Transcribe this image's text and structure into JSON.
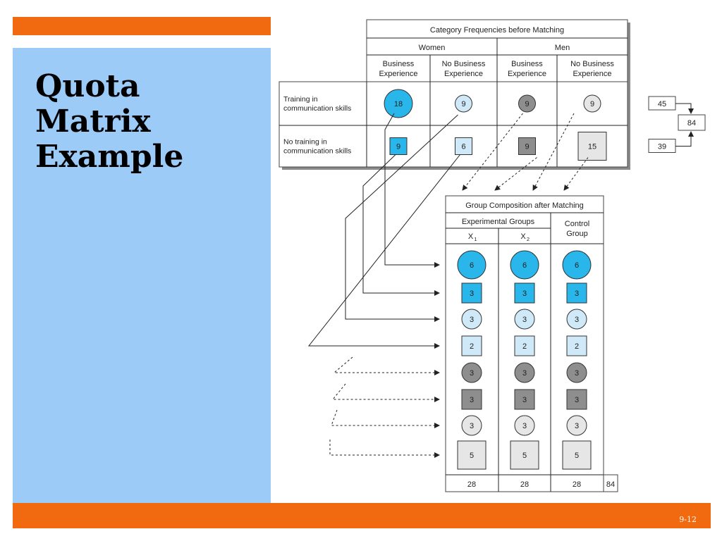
{
  "slide": {
    "title_lines": [
      "Quota",
      "Matrix",
      "Example"
    ],
    "slide_number": "9-12",
    "colors": {
      "accent_orange": "#f26a0f",
      "panel_blue": "#9ccbf8",
      "cyan": "#29b6ea",
      "light_blue": "#cfe9f9",
      "dark_gray": "#8e8e8e",
      "light_gray": "#e6e6e6"
    }
  },
  "before": {
    "title": "Category Frequencies before Matching",
    "gender_headers": [
      "Women",
      "Men"
    ],
    "column_headers": [
      [
        "Business",
        "Experience"
      ],
      [
        "No Business",
        "Experience"
      ],
      [
        "Business",
        "Experience"
      ],
      [
        "No Business",
        "Experience"
      ]
    ],
    "row_labels": [
      [
        "Training in",
        "communication skills"
      ],
      [
        "No training in",
        "communication skills"
      ]
    ],
    "cells": [
      [
        {
          "value": "18",
          "shape": "circle",
          "fill": "cyan",
          "r": 1.0
        },
        {
          "value": "9",
          "shape": "circle",
          "fill": "light_blue",
          "r": 0.6
        },
        {
          "value": "9",
          "shape": "circle",
          "fill": "dark_gray",
          "r": 0.6
        },
        {
          "value": "9",
          "shape": "circle",
          "fill": "light_gray",
          "r": 0.6
        }
      ],
      [
        {
          "value": "9",
          "shape": "square",
          "fill": "cyan",
          "s": 0.6
        },
        {
          "value": "6",
          "shape": "square",
          "fill": "light_blue",
          "s": 0.6
        },
        {
          "value": "9",
          "shape": "square",
          "fill": "dark_gray",
          "s": 0.6
        },
        {
          "value": "15",
          "shape": "square",
          "fill": "light_gray",
          "s": 1.0
        }
      ]
    ],
    "row_totals": [
      "45",
      "39"
    ],
    "grand_total": "84"
  },
  "after": {
    "title": "Group Composition after Matching",
    "experimental_header": "Experimental Groups",
    "control_header": [
      "Control",
      "Group"
    ],
    "group_labels": [
      {
        "base": "X",
        "sub": "1"
      },
      {
        "base": "X",
        "sub": "2"
      }
    ],
    "rows": [
      {
        "value": "6",
        "shape": "circle",
        "fill": "cyan",
        "r": 1.0
      },
      {
        "value": "3",
        "shape": "square",
        "fill": "cyan",
        "s": 0.7
      },
      {
        "value": "3",
        "shape": "circle",
        "fill": "light_blue",
        "r": 0.7
      },
      {
        "value": "2",
        "shape": "square",
        "fill": "light_blue",
        "s": 0.7
      },
      {
        "value": "3",
        "shape": "circle",
        "fill": "dark_gray",
        "r": 0.7
      },
      {
        "value": "3",
        "shape": "square",
        "fill": "dark_gray",
        "s": 0.7
      },
      {
        "value": "3",
        "shape": "circle",
        "fill": "light_gray",
        "r": 0.7
      },
      {
        "value": "5",
        "shape": "square",
        "fill": "light_gray",
        "s": 1.0
      }
    ],
    "column_totals": [
      "28",
      "28",
      "28"
    ],
    "grand_total": "84"
  }
}
